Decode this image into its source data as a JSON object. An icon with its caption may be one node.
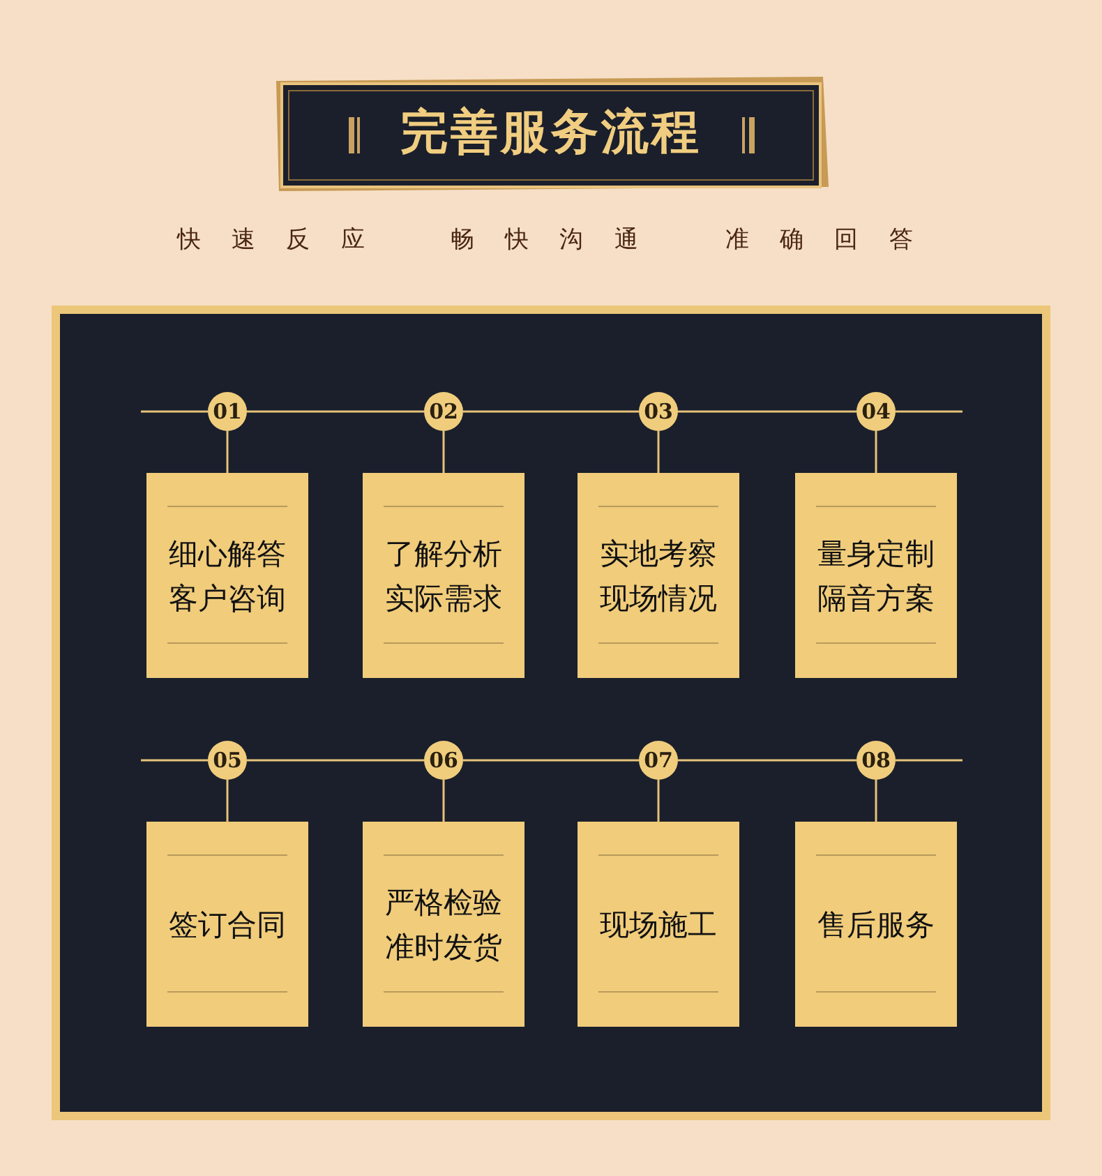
{
  "diagram": {
    "title": "完善服务流程",
    "labels": [
      "快速反应",
      "畅快沟通",
      "准确回答"
    ],
    "nodes": [
      {
        "text": [
          "01"
        ]
      },
      {
        "text": [
          "细心解答客户咨询"
        ]
      },
      {
        "text": [
          "02"
        ]
      },
      {
        "text": [
          "了解分析实际需求"
        ]
      },
      {
        "text": [
          "03"
        ]
      },
      {
        "text": [
          "实地考察现场情况"
        ]
      },
      {
        "text": [
          "04"
        ]
      },
      {
        "text": [
          "量身定制隔音方案"
        ]
      },
      {
        "text": [
          "05"
        ]
      },
      {
        "text": [
          "签订合同"
        ]
      },
      {
        "text": [
          "06"
        ]
      },
      {
        "text": [
          "严格检验准时发货"
        ]
      },
      {
        "text": [
          "07"
        ]
      },
      {
        "text": [
          "现场施工"
        ]
      },
      {
        "text": [
          "08"
        ]
      },
      {
        "text": [
          "售后服务"
        ]
      }
    ],
    "edges": [
      {
        "from": 0,
        "to": 1,
        "arrow": "none"
      },
      {
        "from": 2,
        "to": 3,
        "arrow": "none"
      },
      {
        "from": 4,
        "to": 5,
        "arrow": "none"
      },
      {
        "from": 6,
        "to": 7,
        "arrow": "none"
      },
      {
        "from": 8,
        "to": 9,
        "arrow": "none"
      },
      {
        "from": 10,
        "to": 11,
        "arrow": "none"
      },
      {
        "from": 12,
        "to": 13,
        "arrow": "none"
      },
      {
        "from": 14,
        "to": 15,
        "arrow": "none"
      },
      {
        "from": 0,
        "to": 2,
        "arrow": "none"
      },
      {
        "from": 2,
        "to": 4,
        "arrow": "none"
      },
      {
        "from": 4,
        "to": 6,
        "arrow": "none"
      },
      {
        "from": 8,
        "to": 10,
        "arrow": "none"
      },
      {
        "from": 10,
        "to": 12,
        "arrow": "none"
      },
      {
        "from": 12,
        "to": 14,
        "arrow": "none"
      }
    ]
  }
}
